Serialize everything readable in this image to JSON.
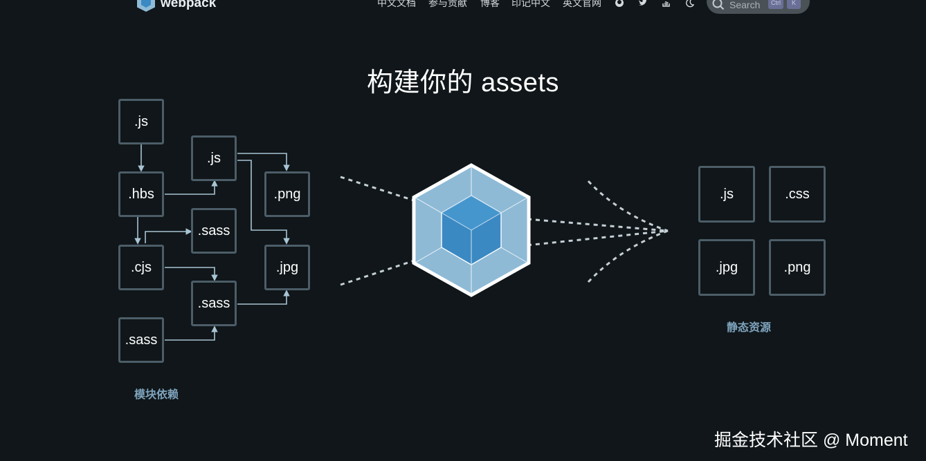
{
  "header": {
    "logo_text": "webpack",
    "nav": [
      {
        "label": "中文文档"
      },
      {
        "label": "参与贡献"
      },
      {
        "label": "博客"
      },
      {
        "label": "印记中文"
      },
      {
        "label": "英文官网"
      }
    ],
    "icons": [
      "github-icon",
      "twitter-icon",
      "stack-overflow-icon",
      "moon-icon"
    ],
    "search": {
      "placeholder": "Search",
      "kbd_ctrl": "Ctrl",
      "kbd_k": "K"
    }
  },
  "main": {
    "title": "构建你的 assets",
    "dependencies": {
      "caption": "模块依赖",
      "files": [
        ".js",
        ".js",
        ".hbs",
        ".png",
        ".sass",
        ".cjs",
        ".jpg",
        ".sass",
        ".sass"
      ]
    },
    "assets": {
      "caption": "静态资源",
      "files": [
        ".js",
        ".css",
        ".jpg",
        ".png"
      ]
    }
  },
  "watermark": "掘金技术社区 @ Moment",
  "colors": {
    "background": "#101619",
    "box_border": "#4c5d68",
    "caption": "#7ea3bd",
    "arrow": "#a8c4d4",
    "cube_outer": "#8ebad6",
    "cube_inner": "#3b89c3"
  }
}
